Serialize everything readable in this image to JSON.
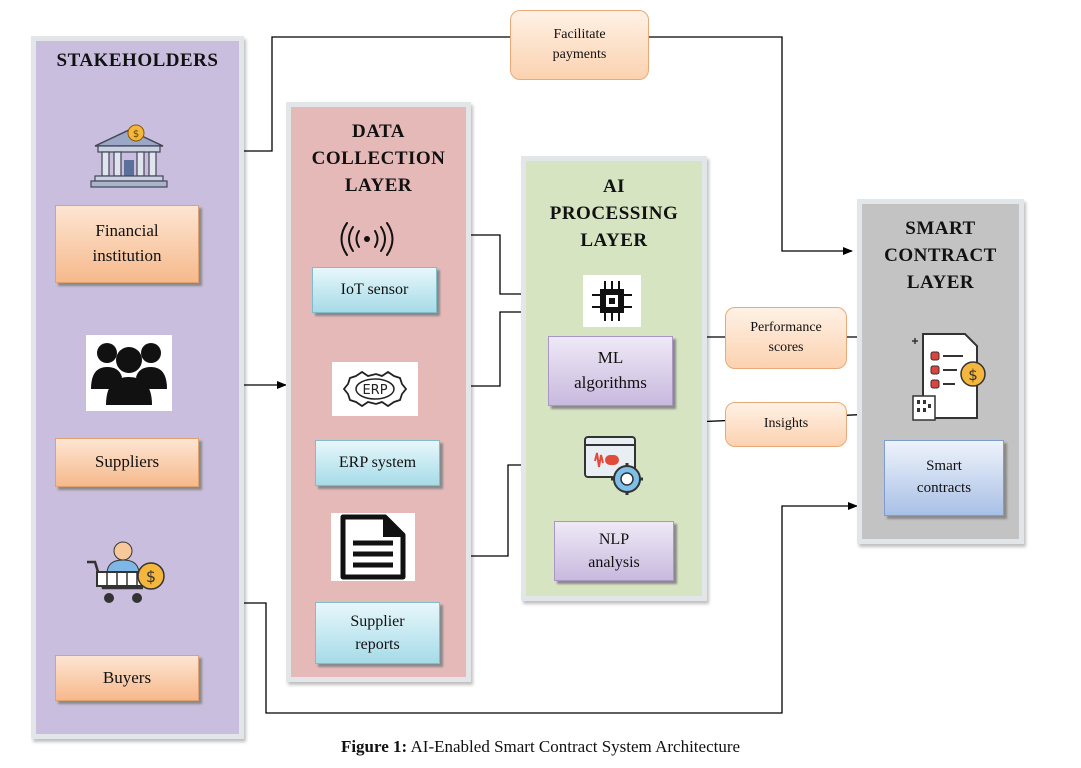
{
  "stakeholders": {
    "title": "STAKEHOLDERS",
    "financial": "Financial\ninstitution",
    "suppliers": "Suppliers",
    "buyers": "Buyers"
  },
  "data_layer": {
    "title": "DATA\nCOLLECTION\nLAYER",
    "iot": "IoT sensor",
    "erp": "ERP system",
    "erp_icon_text": "ERP",
    "reports": "Supplier\nreports"
  },
  "ai_layer": {
    "title": "AI\nPROCESSING\nLAYER",
    "ml": "ML\nalgorithms",
    "nlp": "NLP\nanalysis"
  },
  "smart_layer": {
    "title": "SMART\nCONTRACT\nLAYER",
    "contracts": "Smart\ncontracts"
  },
  "connectors": {
    "facilitate": "Facilitate\npayments",
    "performance": "Performance\nscores",
    "insights": "Insights"
  },
  "caption": {
    "label": "Figure 1",
    "text": "AI-Enabled Smart Contract System Architecture"
  },
  "colors": {
    "stakeholders_bg": "#c9bedd",
    "data_bg": "#e6b9b9",
    "ai_bg": "#d7e4c2",
    "smart_bg": "#c3c3c3"
  }
}
